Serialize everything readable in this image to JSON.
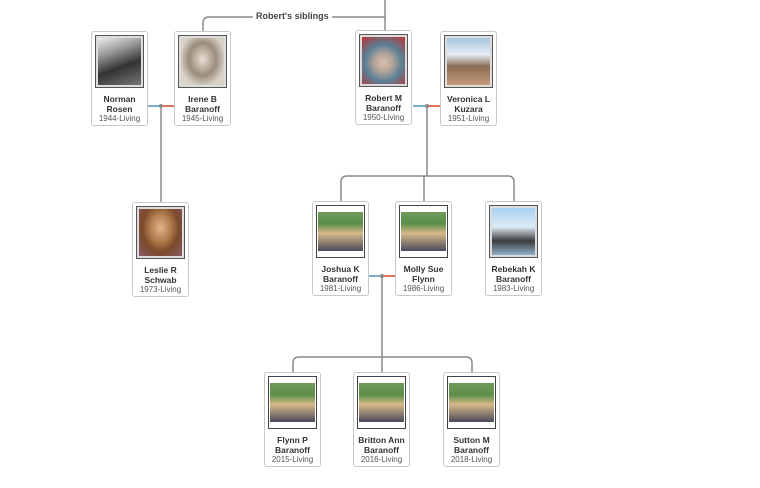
{
  "group_label": "Robert's siblings",
  "people": {
    "norman": {
      "name1": "Norman",
      "name2": "Rosen",
      "dates": "1944-Living"
    },
    "irene": {
      "name1": "Irene B",
      "name2": "Baranoff",
      "dates": "1945-Living"
    },
    "robert": {
      "name1": "Robert M",
      "name2": "Baranoff",
      "dates": "1950-Living"
    },
    "veronica": {
      "name1": "Veronica L",
      "name2": "Kuzara",
      "dates": "1951-Living"
    },
    "leslie": {
      "name1": "Leslie R",
      "name2": "Schwab",
      "dates": "1973-Living"
    },
    "joshua": {
      "name1": "Joshua K",
      "name2": "Baranoff",
      "dates": "1981-Living"
    },
    "molly": {
      "name1": "Molly Sue",
      "name2": "Flynn",
      "dates": "1986-Living"
    },
    "rebekah": {
      "name1": "Rebekah K",
      "name2": "Baranoff",
      "dates": "1983-Living"
    },
    "flynn": {
      "name1": "Flynn P",
      "name2": "Baranoff",
      "dates": "2015-Living"
    },
    "britton": {
      "name1": "Britton Ann",
      "name2": "Baranoff",
      "dates": "2016-Living"
    },
    "sutton": {
      "name1": "Sutton M",
      "name2": "Baranoff",
      "dates": "2018-Living"
    }
  },
  "colors": {
    "line": "#8a8a8a",
    "male_link": "#7aaed0",
    "female_link": "#e0735a"
  }
}
